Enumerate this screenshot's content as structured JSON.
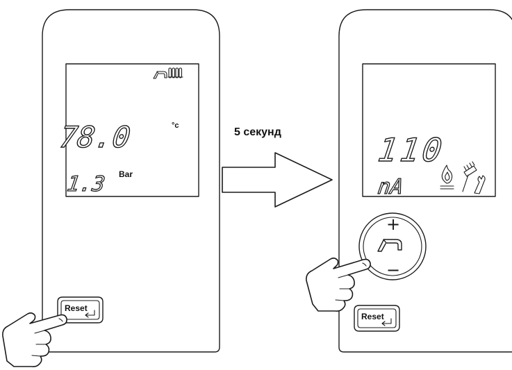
{
  "left_panel": {
    "temperature": "78.0",
    "temperature_unit": "°c",
    "pressure": "1.3",
    "pressure_unit": "Bar",
    "reset_label": "Reset"
  },
  "arrow": {
    "label": "5 секунд"
  },
  "right_panel": {
    "value": "110",
    "mode": "nA",
    "plus_symbol": "+",
    "minus_symbol": "−",
    "reset_label": "Reset"
  },
  "icons": [
    "tap-icon",
    "radiator-icon",
    "flame-icon",
    "service-brush-wrench-icon",
    "hand-pointer-icon",
    "enter-arrow-icon"
  ]
}
